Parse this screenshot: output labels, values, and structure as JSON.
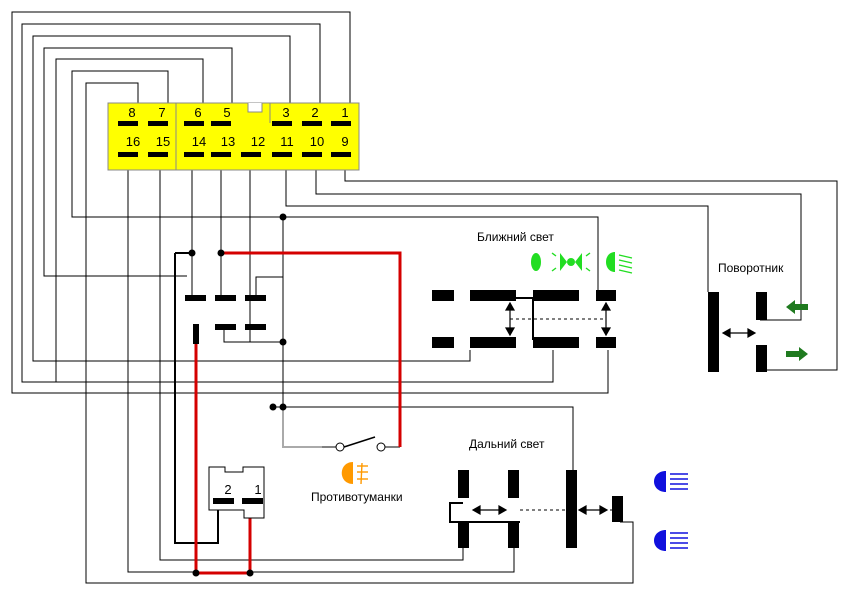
{
  "connector": {
    "fill": "#ffff00",
    "top_pins": [
      "8",
      "7",
      "6",
      "5",
      "3",
      "2",
      "1"
    ],
    "bottom_pins": [
      "16",
      "15",
      "14",
      "13",
      "12",
      "11",
      "10",
      "9"
    ]
  },
  "labels": {
    "low_beam": "Ближний свет",
    "high_beam": "Дальний свет",
    "turn_signal": "Поворотник",
    "fog_lights": "Противотуманки"
  },
  "relay": {
    "pin_2": "2",
    "pin_1": "1"
  },
  "colors": {
    "wire": "#000000",
    "power_wire": "#d40000",
    "ground_wire": "#aaaaaa",
    "low_beam_icon": "#22dd22",
    "turn_arrow": "#1f7a1f",
    "fog_icon": "#ff9900",
    "high_beam_icon": "#1010dd"
  },
  "icons": [
    "low-beam-icon",
    "high-beam-icon",
    "fog-light-icon",
    "turn-arrow-left-icon",
    "turn-arrow-right-icon"
  ]
}
